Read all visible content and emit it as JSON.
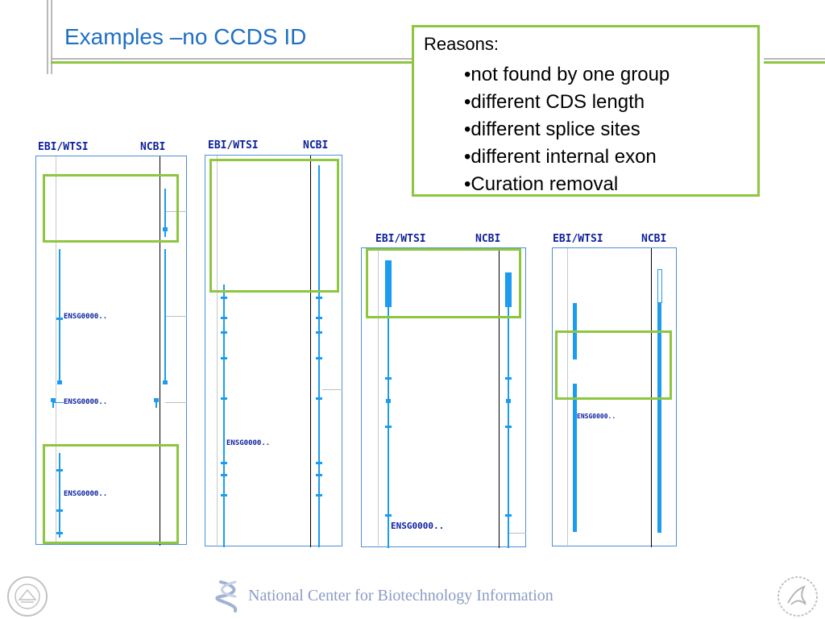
{
  "slide": {
    "title": "Examples –no CCDS ID"
  },
  "reasons": {
    "heading": "Reasons:",
    "items": [
      "•not found by one group",
      "•different CDS length",
      "•different splice sites",
      "•different internal exon",
      "•Curation removal"
    ]
  },
  "panels": [
    {
      "left_label": "EBI/WTSI",
      "right_label": "NCBI",
      "gene_labels": [
        "ENSG0000..",
        "ENSG0000..",
        "ENSG0000.."
      ]
    },
    {
      "left_label": "EBI/WTSI",
      "right_label": "NCBI",
      "gene_labels": [
        "ENSG0000.."
      ]
    },
    {
      "left_label": "EBI/WTSI",
      "right_label": "NCBI",
      "gene_labels": [
        "ENSG0000.."
      ]
    },
    {
      "left_label": "EBI/WTSI",
      "right_label": "NCBI",
      "gene_labels": [
        "ENSG0000.."
      ]
    }
  ],
  "footer": {
    "text": "National Center for Biotechnology Information",
    "left_logo": "nih-seal-icon",
    "center_logo": "ncbi-helix-icon",
    "right_logo": "hhs-eagle-icon"
  },
  "colors": {
    "title": "#1f6fc5",
    "highlight": "#8dc63f",
    "gene": "#1b9cf0",
    "label": "#0d1f9e",
    "footer_text": "#8a9bc6"
  }
}
